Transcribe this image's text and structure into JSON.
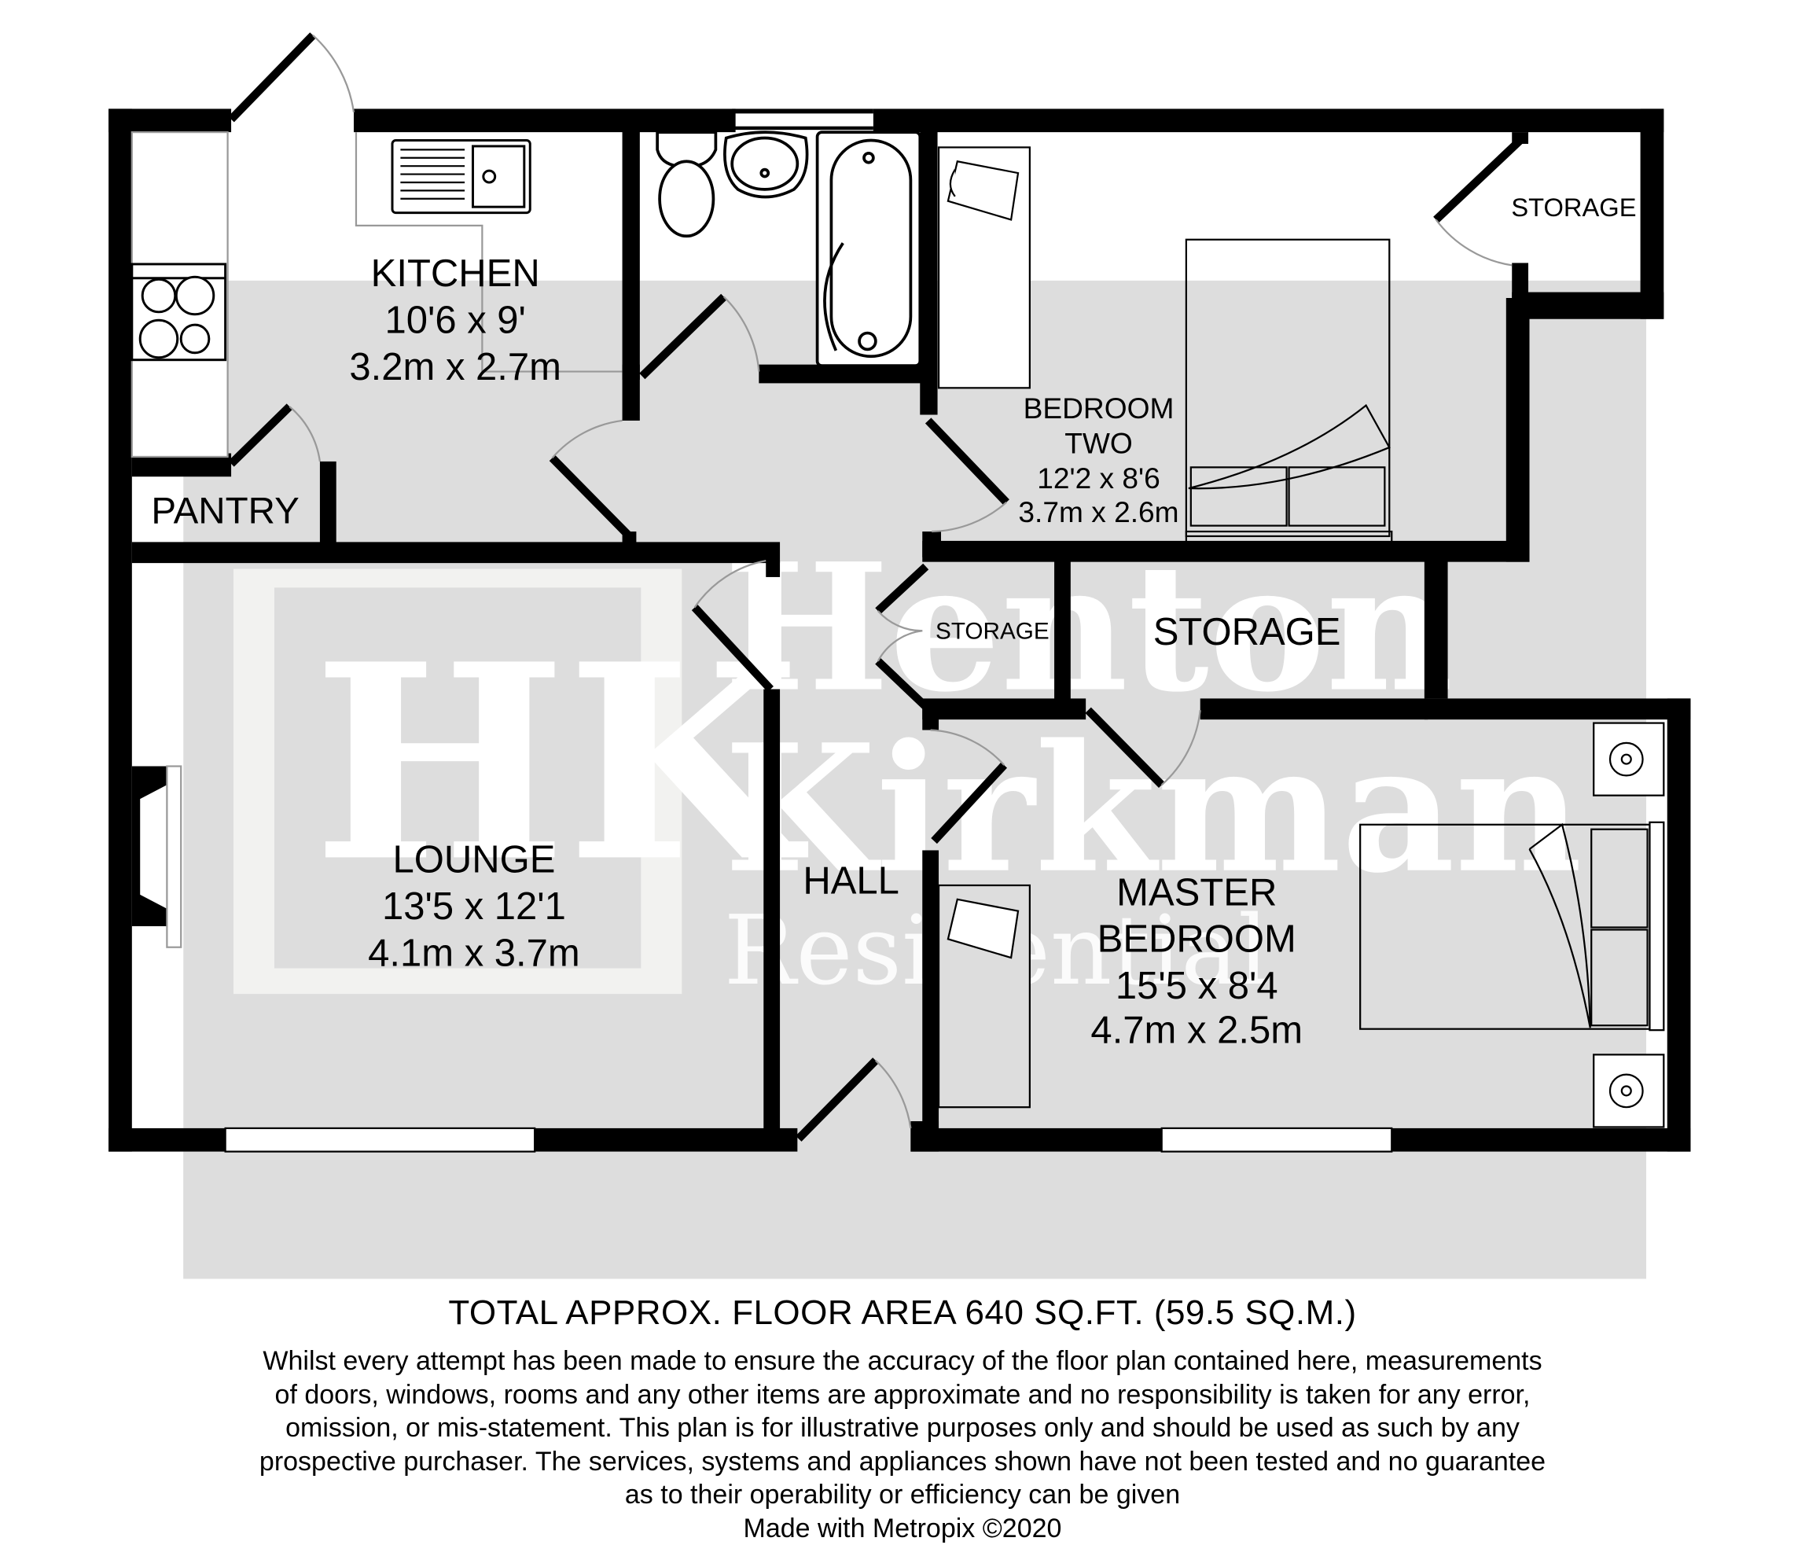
{
  "watermark": {
    "monogram": "HK",
    "line1": "Henton",
    "line2": "Kirkman",
    "line3": "Residential",
    "colors": {
      "background": "#dddddd",
      "frame": "#f2f2f0",
      "text": "#ffffff"
    }
  },
  "rooms": {
    "kitchen": {
      "name": "KITCHEN",
      "imperial": "10'6 x 9'",
      "metric": "3.2m x 2.7m"
    },
    "pantry": {
      "name": "PANTRY"
    },
    "bedroom_two": {
      "name_line1": "BEDROOM",
      "name_line2": "TWO",
      "imperial": "12'2 x 8'6",
      "metric": "3.7m x 2.6m"
    },
    "storage_bedroom_two": {
      "name": "STORAGE"
    },
    "storage_small": {
      "name": "STORAGE"
    },
    "storage_large": {
      "name": "STORAGE"
    },
    "lounge": {
      "name": "LOUNGE",
      "imperial": "13'5 x 12'1",
      "metric": "4.1m x 3.7m"
    },
    "hall": {
      "name": "HALL"
    },
    "master_bedroom": {
      "name_line1": "MASTER",
      "name_line2": "BEDROOM",
      "imperial": "15'5 x 8'4",
      "metric": "4.7m x 2.5m"
    }
  },
  "fixtures": [
    "sink-icon",
    "hob-icon",
    "toilet-icon",
    "basin-icon",
    "bath-icon",
    "wardrobe-icon",
    "single-bed-icon",
    "double-bed-icon",
    "bedside-lamp-icon"
  ],
  "footer": {
    "total_area": "TOTAL APPROX. FLOOR AREA 640 SQ.FT. (59.5 SQ.M.)",
    "disclaimer_lines": [
      "Whilst every attempt has been made to ensure the accuracy of the floor plan contained here, measurements",
      "of doors, windows, rooms and any other items are approximate and no responsibility is taken for any error,",
      "omission, or mis-statement. This plan is for illustrative purposes only and should be used as such by any",
      "prospective purchaser. The services, systems and appliances shown have not been tested and no guarantee",
      "as to their operability or efficiency can be given"
    ],
    "credit": "Made with Metropix ©2020"
  },
  "colors": {
    "wall": "#000000",
    "floor_shade": "#dddddd",
    "door_arc": "#999999",
    "fixture_outline": "#999999"
  }
}
